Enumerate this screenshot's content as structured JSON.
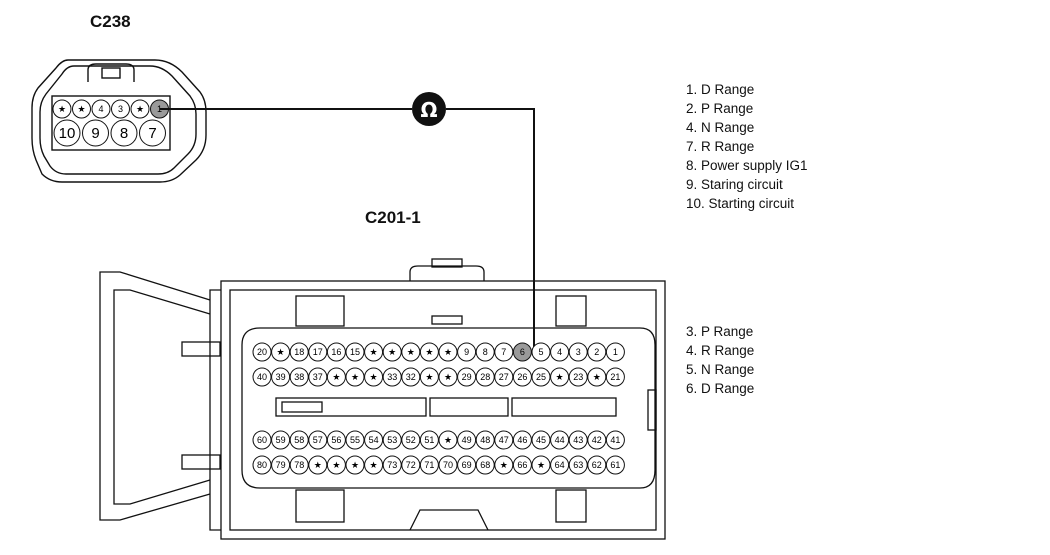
{
  "connectors": {
    "c238": {
      "name": "C238",
      "top_row": [
        "★",
        "★",
        "4",
        "3",
        "★",
        "1"
      ],
      "bottom_row": [
        "10",
        "9",
        "8",
        "7"
      ]
    },
    "c201": {
      "name": "C201-1",
      "row1": [
        "20",
        "★",
        "18",
        "17",
        "16",
        "15",
        "★",
        "★",
        "★",
        "★",
        "★",
        "9",
        "8",
        "7",
        "6",
        "5",
        "4",
        "3",
        "2",
        "1"
      ],
      "row2": [
        "40",
        "39",
        "38",
        "37",
        "★",
        "★",
        "★",
        "33",
        "32",
        "★",
        "★",
        "29",
        "28",
        "27",
        "26",
        "25",
        "★",
        "23",
        "★",
        "21"
      ],
      "row3": [
        "60",
        "59",
        "58",
        "57",
        "56",
        "55",
        "54",
        "53",
        "52",
        "51",
        "★",
        "49",
        "48",
        "47",
        "46",
        "45",
        "44",
        "43",
        "42",
        "41"
      ],
      "row4": [
        "80",
        "79",
        "78",
        "★",
        "★",
        "★",
        "★",
        "73",
        "72",
        "71",
        "70",
        "69",
        "68",
        "★",
        "66",
        "★",
        "64",
        "63",
        "62",
        "61"
      ]
    }
  },
  "meter_symbol": "Ω",
  "legend_c238": [
    "1. D Range",
    "2. P Range",
    "4. N Range",
    "7. R Range",
    "8. Power supply IG1",
    "9. Staring circuit",
    "10. Starting circuit"
  ],
  "legend_c201": [
    "3. P Range",
    "4. R Range",
    "5. N Range",
    "6. D Range"
  ]
}
